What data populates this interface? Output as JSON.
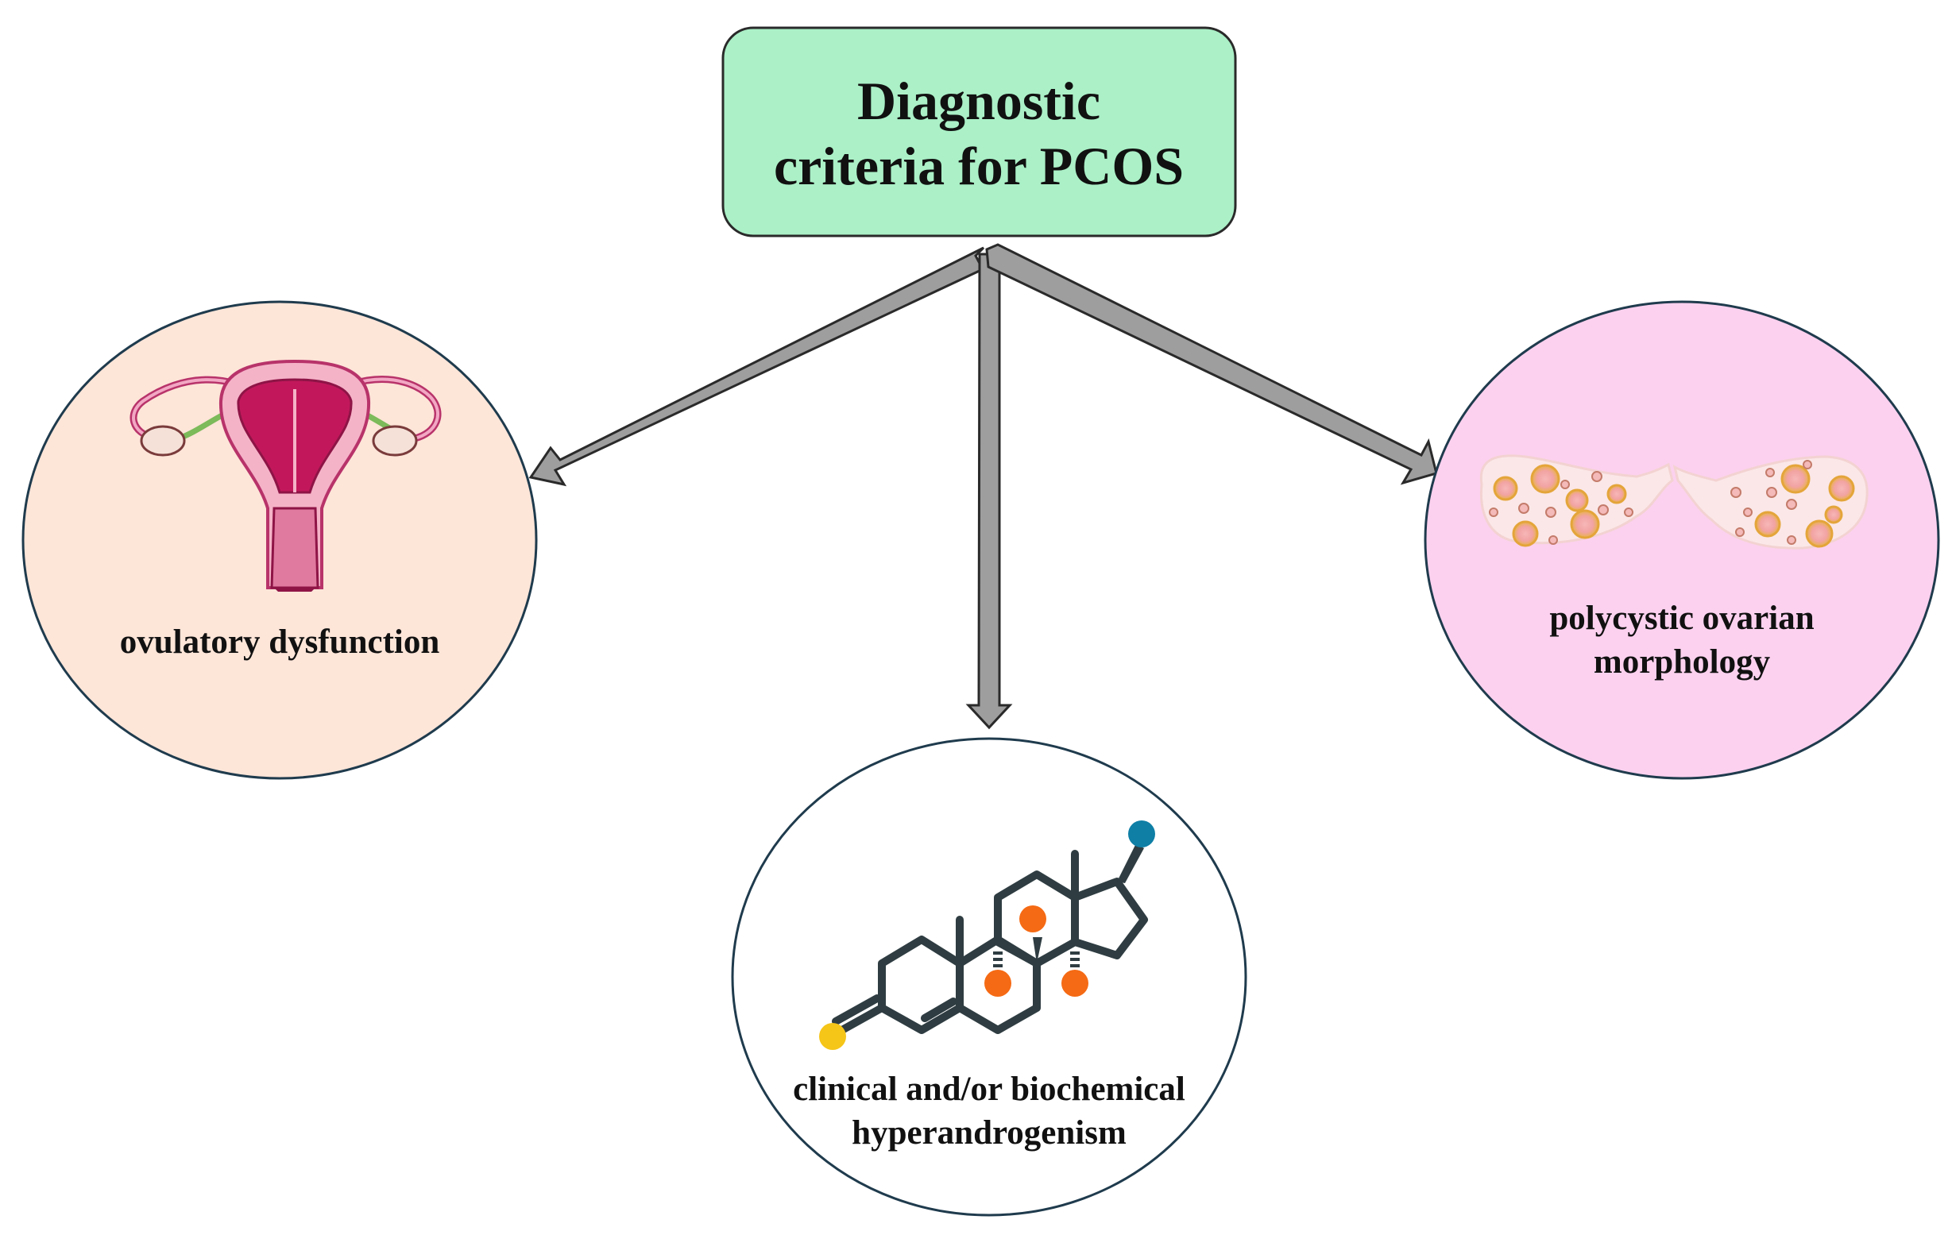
{
  "title": {
    "line1": "Diagnostic",
    "line2": "criteria for PCOS"
  },
  "criteria": {
    "ovulatory": {
      "label": "ovulatory dysfunction"
    },
    "hyperandrogenism": {
      "line1": "clinical and/or biochemical",
      "line2": "hyperandrogenism"
    },
    "morphology": {
      "line1": "polycystic ovarian",
      "line2": "morphology"
    }
  },
  "colors": {
    "title_box": "#abf0c7",
    "ovulatory_circle": "#fde5d8",
    "hyperandrogenism_circle": "#ffffff",
    "morphology_circle": "#fcd1ef",
    "arrow_fill": "#9e9e9e"
  }
}
